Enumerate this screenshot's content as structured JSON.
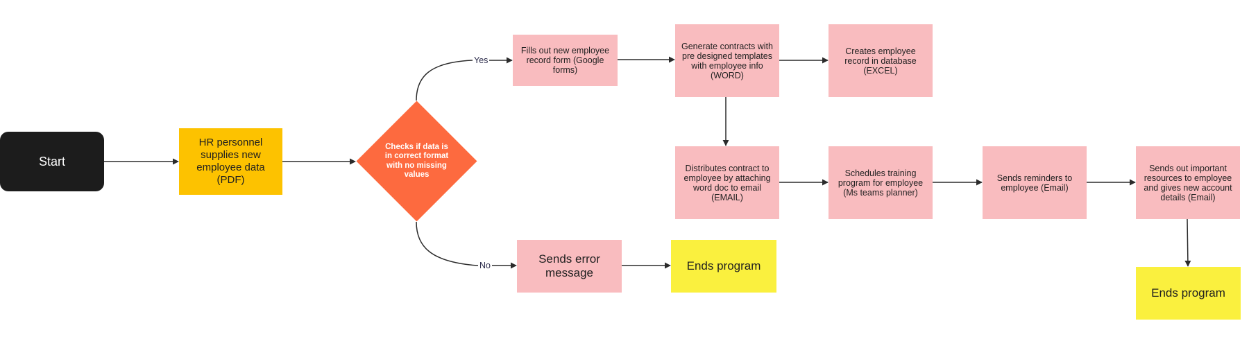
{
  "diagram": {
    "start": "Start",
    "hr_supplies": "HR personnel supplies new employee data (PDF)",
    "decision": "Checks if data is in correct format with no missing values",
    "yes_label": "Yes",
    "no_label": "No",
    "fills_form": "Fills out new employee record form (Google forms)",
    "generate_contracts": "Generate contracts with pre designed templates with employee info (WORD)",
    "creates_record": "Creates employee record in database (EXCEL)",
    "distributes_contract": "Distributes contract to employee by attaching word doc to email (EMAIL)",
    "schedules_training": "Schedules training program for employee (Ms teams planner)",
    "sends_reminders": "Sends reminders to employee (Email)",
    "sends_resources": "Sends out important resources to employee and gives new account details (Email)",
    "sends_error": "Sends error message",
    "ends_program_1": "Ends program",
    "ends_program_2": "Ends program"
  },
  "colors": {
    "start_fill": "#1c1c1c",
    "input_fill": "#fdc200",
    "decision_fill": "#fd6a3f",
    "process_fill": "#f9bcbf",
    "end_fill": "#faf03e",
    "connector": "#2b2b2b"
  }
}
